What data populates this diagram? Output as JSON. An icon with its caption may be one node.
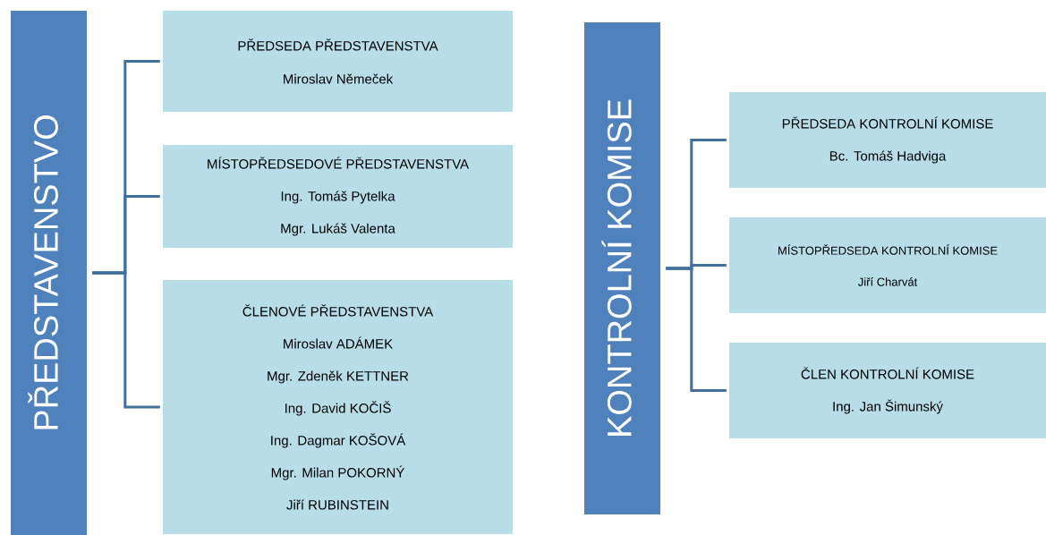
{
  "diagram": {
    "nodes": [
      {
        "text": [
          "PŘEDSTAVENSTVO"
        ]
      },
      {
        "text": [
          "PŘEDSEDA PŘEDSTAVENSTVA",
          "Miroslav Němeček"
        ]
      },
      {
        "text": [
          "MÍSTOPŘEDSEDOVÉ PŘEDSTAVENSTVA",
          "Ing. Tomáš Pytelka",
          "Mgr. Lukáš Valenta"
        ]
      },
      {
        "text": [
          "ČLENOVÉ PŘEDSTAVENSTVA",
          "Miroslav ADÁMEK",
          "Mgr. Zdeněk KETTNER",
          "Ing. David KOČIŠ",
          "Ing. Dagmar KOŠOVÁ",
          "Mgr. Milan POKORNÝ",
          "Jiří RUBINSTEIN"
        ]
      },
      {
        "text": [
          "KONTROLNÍ KOMISE"
        ]
      },
      {
        "text": [
          "PŘEDSEDA KONTROLNÍ KOMISE",
          "Bc. Tomáš Hadviga"
        ]
      },
      {
        "text": [
          "MÍSTOPŘEDSEDA KONTROLNÍ KOMISE",
          "Jiří Charvát"
        ]
      },
      {
        "text": [
          "ČLEN KONTROLNÍ KOMISE",
          "Ing. Jan Šimunský"
        ]
      }
    ],
    "edges": [
      {
        "from": 0,
        "to": 1,
        "arrow": "none"
      },
      {
        "from": 0,
        "to": 2,
        "arrow": "none"
      },
      {
        "from": 0,
        "to": 3,
        "arrow": "none"
      },
      {
        "from": 4,
        "to": 5,
        "arrow": "none"
      },
      {
        "from": 4,
        "to": 6,
        "arrow": "none"
      },
      {
        "from": 4,
        "to": 7,
        "arrow": "none"
      }
    ]
  }
}
